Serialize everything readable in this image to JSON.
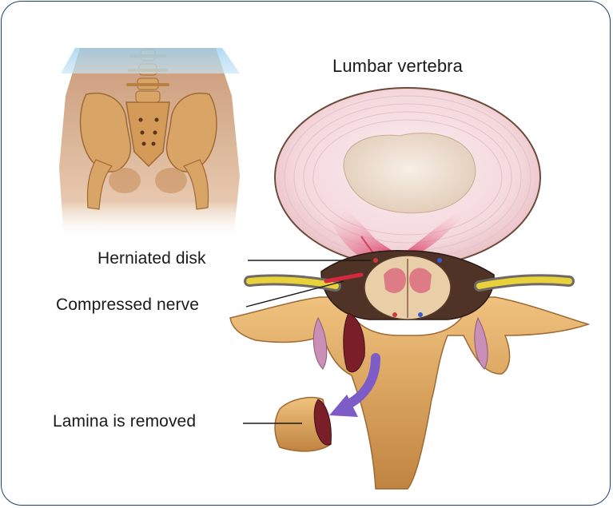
{
  "title": "Lumbar vertebra",
  "labels": {
    "herniated_disk": "Herniated disk",
    "compressed_nerve": "Compressed nerve",
    "lamina_removed": "Lamina is removed"
  },
  "colors": {
    "frame_border": "#1c3f73",
    "bone": "#d8a25c",
    "bone_dark": "#a9722f",
    "disk_ring": "#f3d9dc",
    "nucleus": "#efe3d6",
    "herniation": "#e23a63",
    "nerve": "#e8d13a",
    "arrow": "#7e5cc8",
    "highlight_band": "#9fd0ef"
  }
}
